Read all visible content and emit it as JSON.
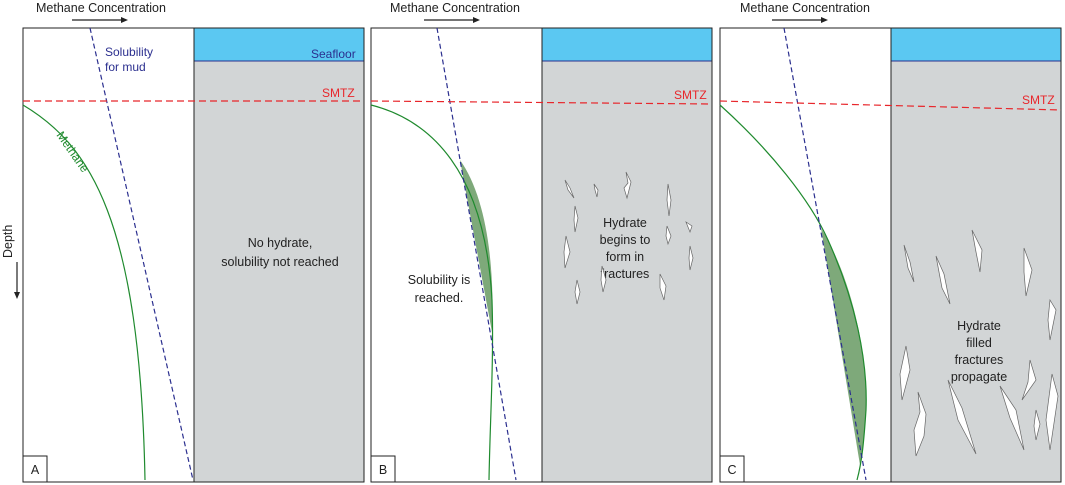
{
  "figure": {
    "axis_label": "Methane Concentration",
    "depth_label": "Depth",
    "colors": {
      "water": "#5bc8f2",
      "sediment": "#d2d5d6",
      "methane_curve": "#1f8a2e",
      "solubility_line": "#2b2f8f",
      "smtz_line": "#e8262b",
      "hydrate_fill": "#7ea97a",
      "frame": "#222222"
    }
  },
  "panels": [
    {
      "letter": "A",
      "seafloor_label": "Seafloor",
      "smtz_label": "SMTZ",
      "solubility_label": [
        "Solubility",
        "for mud"
      ],
      "methane_label": "Methane",
      "sediment_text": [
        "No hydrate,",
        "solubility not reached"
      ],
      "column_text": []
    },
    {
      "letter": "B",
      "seafloor_label": "",
      "smtz_label": "SMTZ",
      "solubility_label": [],
      "methane_label": "",
      "sediment_text": [
        "Hydrate",
        "begins to",
        "form in",
        "fractures"
      ],
      "column_text": [
        "Solubility is",
        "reached."
      ]
    },
    {
      "letter": "C",
      "seafloor_label": "",
      "smtz_label": "SMTZ",
      "solubility_label": [],
      "methane_label": "",
      "sediment_text": [
        "Hydrate",
        "filled",
        "fractures",
        "propagate"
      ],
      "column_text": []
    }
  ]
}
